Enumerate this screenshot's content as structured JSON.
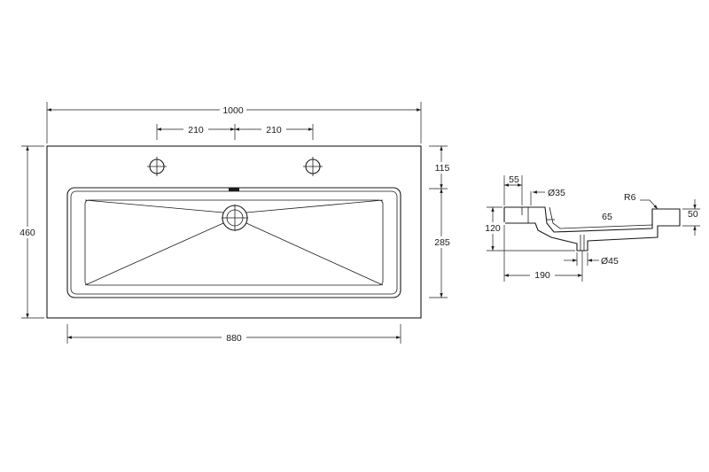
{
  "top_view": {
    "overall_width": "1000",
    "tap_spacing_left": "210",
    "tap_spacing_right": "210",
    "overall_depth": "460",
    "front_depth": "115",
    "bowl_depth": "285",
    "bowl_width": "880"
  },
  "section_view": {
    "ledge_width": "55",
    "tap_hole_dia": "Ø35",
    "corner_radius": "R6",
    "rim_height": "50",
    "bowl_depth": "65",
    "overall_height": "120",
    "waste_offset": "190",
    "waste_dia": "Ø45"
  }
}
